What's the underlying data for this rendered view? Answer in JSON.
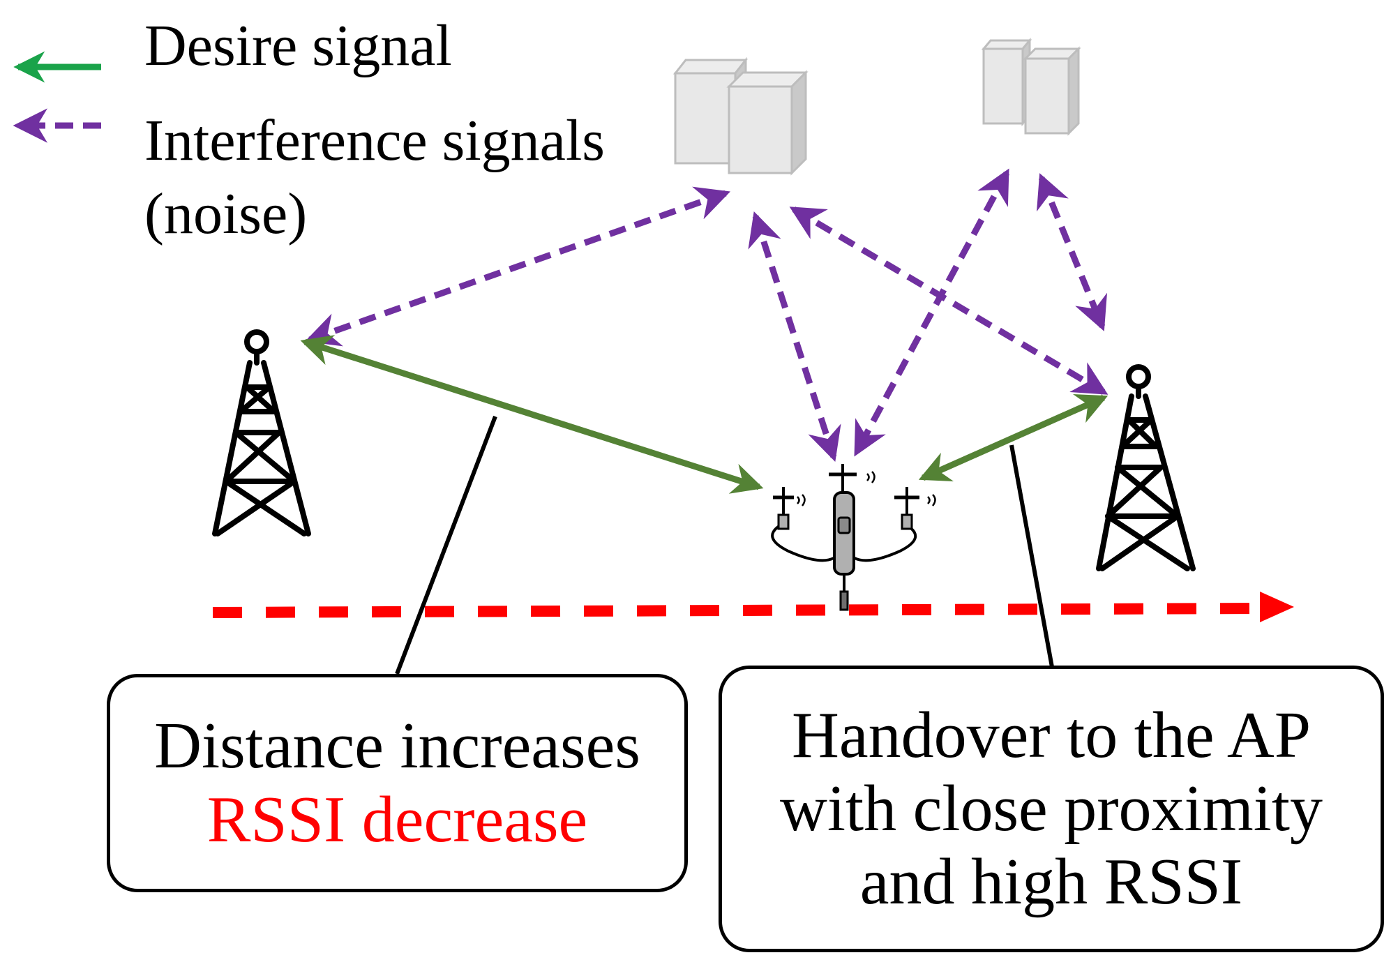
{
  "legend": {
    "desire_label": "Desire signal",
    "interference_label_line1": "Interference signals",
    "interference_label_line2": "(noise)"
  },
  "callouts": {
    "left": {
      "line1": "Distance increases",
      "line2": "RSSI decrease"
    },
    "right": {
      "line1": "Handover to the AP",
      "line2": "with close proximity",
      "line3": "and high RSSI"
    }
  },
  "colors": {
    "desire_signal_legend": "#1aa34a",
    "desire_signal": "#548235",
    "interference_signal": "#7030a0",
    "movement_path": "#ff0000",
    "rssi_text": "#ff0000",
    "building_fill": "#e8e8e8",
    "building_side": "#c9c9c9"
  },
  "icons": [
    "cell-tower-icon",
    "building-icon",
    "drone-icon"
  ]
}
